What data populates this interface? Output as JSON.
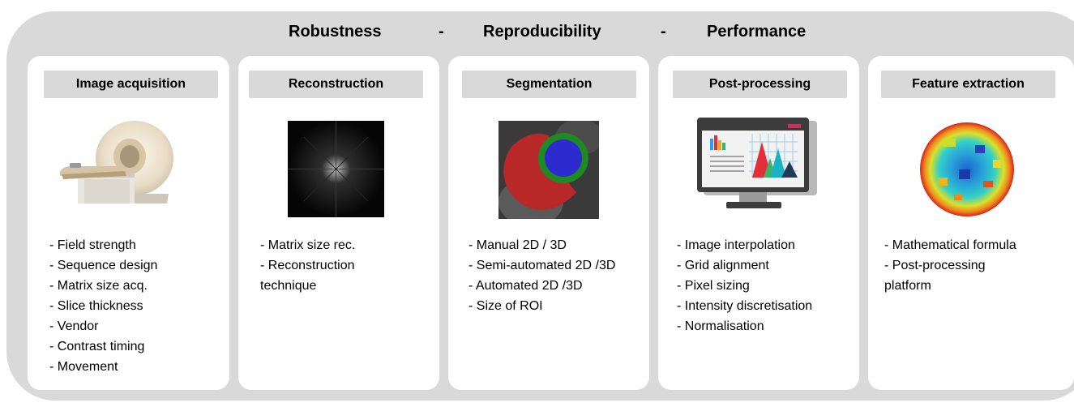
{
  "header": {
    "robustness": "Robustness",
    "sep1": "-",
    "reproducibility": "Reproducibility",
    "sep2": "-",
    "performance": "Performance"
  },
  "cards": [
    {
      "title": "Image acquisition",
      "items": [
        "- Field strength",
        "- Sequence design",
        "- Matrix size acq.",
        "- Slice thickness",
        "- Vendor",
        "- Contrast timing",
        "- Movement"
      ]
    },
    {
      "title": "Reconstruction",
      "items": [
        "- Matrix size rec.",
        "- Reconstruction",
        "technique"
      ]
    },
    {
      "title": "Segmentation",
      "items": [
        "- Manual 2D / 3D",
        "- Semi-automated 2D /3D",
        "- Automated 2D /3D",
        "- Size of ROI"
      ]
    },
    {
      "title": "Post-processing",
      "items": [
        "- Image interpolation",
        "- Grid alignment",
        "- Pixel sizing",
        "- Intensity discretisation",
        "- Normalisation"
      ]
    },
    {
      "title": "Feature extraction",
      "items": [
        "- Mathematical formula",
        "- Post-processing",
        "platform"
      ]
    }
  ],
  "colors": {
    "background_panel": "#d9d9d9",
    "card": "#ffffff",
    "title_box": "#d9d9d9"
  }
}
